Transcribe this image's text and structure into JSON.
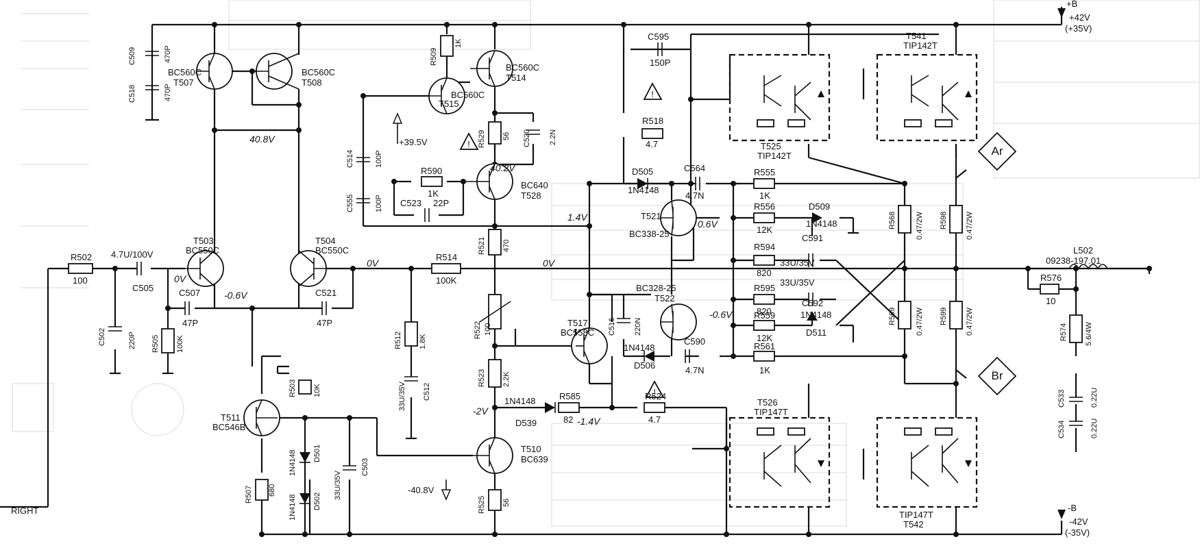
{
  "schematic": {
    "transistors": [
      {
        "ref": "T507",
        "part": "BC560C"
      },
      {
        "ref": "T508",
        "part": "BC560C"
      },
      {
        "ref": "T514",
        "part": "BC560C"
      },
      {
        "ref": "T515",
        "part": "BC560C"
      },
      {
        "ref": "T528",
        "part": "BC640"
      },
      {
        "ref": "T503",
        "part": "BC550C"
      },
      {
        "ref": "T504",
        "part": "BC550C"
      },
      {
        "ref": "T511",
        "part": "BC546B"
      },
      {
        "ref": "T510",
        "part": "BC639"
      },
      {
        "ref": "T517",
        "part": "BC558C"
      },
      {
        "ref": "T521",
        "part": "BC338-25"
      },
      {
        "ref": "T522",
        "part": "BC328-25"
      },
      {
        "ref": "T525",
        "part": "TIP142T"
      },
      {
        "ref": "T541",
        "part": "TIP142T"
      },
      {
        "ref": "T526",
        "part": "TIP147T"
      },
      {
        "ref": "T542",
        "part": "TIP147T"
      }
    ],
    "resistors": [
      {
        "ref": "R509",
        "value": "1K"
      },
      {
        "ref": "R529",
        "value": "56"
      },
      {
        "ref": "R590",
        "value": "1K"
      },
      {
        "ref": "R518",
        "value": "4.7"
      },
      {
        "ref": "R555",
        "value": "1K"
      },
      {
        "ref": "R556",
        "value": "12K"
      },
      {
        "ref": "R594",
        "value": "820"
      },
      {
        "ref": "R595",
        "value": "820"
      },
      {
        "ref": "R559",
        "value": "12K"
      },
      {
        "ref": "R561",
        "value": "1K"
      },
      {
        "ref": "R568",
        "value": "0.47/2W"
      },
      {
        "ref": "R569",
        "value": "0.47/2W"
      },
      {
        "ref": "R598",
        "value": "0.47/2W"
      },
      {
        "ref": "R599",
        "value": "0.47/2W"
      },
      {
        "ref": "R502",
        "value": "100"
      },
      {
        "ref": "R514",
        "value": "100K"
      },
      {
        "ref": "R521",
        "value": "470"
      },
      {
        "ref": "R522",
        "value": "100"
      },
      {
        "ref": "R523",
        "value": "2.2K"
      },
      {
        "ref": "R512",
        "value": "1.8K"
      },
      {
        "ref": "R505",
        "value": "100K"
      },
      {
        "ref": "R503",
        "value": "10K"
      },
      {
        "ref": "R507",
        "value": "680"
      },
      {
        "ref": "R525",
        "value": "56"
      },
      {
        "ref": "R585",
        "value": "82"
      },
      {
        "ref": "R524",
        "value": "4.7"
      },
      {
        "ref": "R576",
        "value": "10"
      },
      {
        "ref": "R574",
        "value": "5.6/4W"
      }
    ],
    "capacitors": [
      {
        "ref": "C509",
        "value": "470P"
      },
      {
        "ref": "C518",
        "value": "470P"
      },
      {
        "ref": "C595",
        "value": "150P"
      },
      {
        "ref": "C520",
        "value": "2.2N"
      },
      {
        "ref": "C514",
        "value": "100P"
      },
      {
        "ref": "C555",
        "value": "100P"
      },
      {
        "ref": "C523",
        "value": "22P"
      },
      {
        "ref": "C564",
        "value": "4.7N"
      },
      {
        "ref": "C591",
        "value": "33U/35V"
      },
      {
        "ref": "C592",
        "value": "33U/35V"
      },
      {
        "ref": "C590",
        "value": "4.7N"
      },
      {
        "ref": "C516",
        "value": "220N"
      },
      {
        "ref": "C505",
        "value": "4.7U/100V"
      },
      {
        "ref": "C507",
        "value": "47P"
      },
      {
        "ref": "C521",
        "value": "47P"
      },
      {
        "ref": "C502",
        "value": "220P"
      },
      {
        "ref": "C512",
        "value": "33U/35V"
      },
      {
        "ref": "C503",
        "value": "33U/35V"
      },
      {
        "ref": "C533",
        "value": "0.22U"
      },
      {
        "ref": "C534",
        "value": "0.22U"
      }
    ],
    "diodes": [
      {
        "ref": "D505",
        "part": "1N4148"
      },
      {
        "ref": "D509",
        "part": "1N4148"
      },
      {
        "ref": "D511",
        "part": "1N4148"
      },
      {
        "ref": "D506",
        "part": "1N4148"
      },
      {
        "ref": "D539",
        "part": "1N4148"
      },
      {
        "ref": "D501",
        "part": "1N4148"
      },
      {
        "ref": "D502",
        "part": "1N4148"
      }
    ],
    "inductor": {
      "ref": "L502",
      "part": "09238-197.01"
    },
    "supply": {
      "pos_label": "+B",
      "pos_voltage": "+42V",
      "pos_alt": "(+35V)",
      "neg_label": "-B",
      "neg_voltage": "-42V",
      "neg_alt": "(-35V)"
    },
    "voltages": {
      "v1": "40.8V",
      "v2": "+39.5V",
      "v3": "40.2V",
      "v4": "1.4V",
      "v5": "0.6V",
      "v6": "0V",
      "v7": "0V",
      "v8": "0V",
      "v9": "-0.6V",
      "v10": "-0.6V",
      "v11": "-1.4V",
      "v12": "-2V",
      "v13": "-40.8V"
    },
    "markers": {
      "ar": "Ar",
      "br": "Br"
    },
    "input_label": "RIGHT"
  }
}
